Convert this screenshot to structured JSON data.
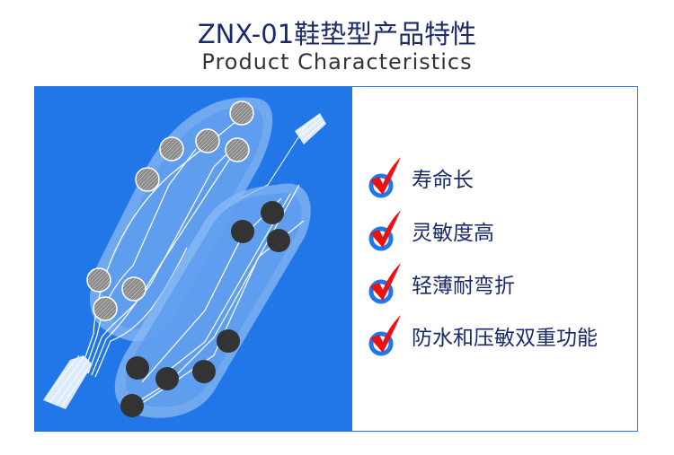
{
  "header": {
    "title": "ZNX-01鞋垫型产品特性",
    "subtitle": "Product Characteristics"
  },
  "features": [
    {
      "label": "寿命长",
      "icon": "checkmark-icon"
    },
    {
      "label": "灵敏度高",
      "icon": "checkmark-icon"
    },
    {
      "label": "轻薄耐弯折",
      "icon": "checkmark-icon"
    },
    {
      "label": "防水和压敏双重功能",
      "icon": "checkmark-icon"
    }
  ],
  "colors": {
    "accent": "#2277e8",
    "title": "#1b2a6b",
    "check": "#ee1111"
  }
}
